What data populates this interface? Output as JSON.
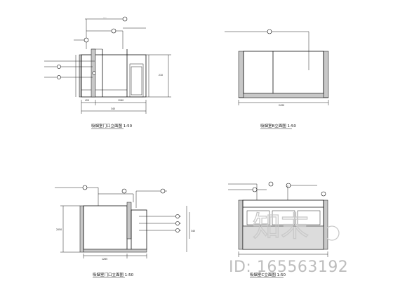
{
  "drawings": [
    {
      "caption": "吸烟室门口立面图 1:50",
      "dims": [
        "420",
        "1260",
        "345",
        "210"
      ]
    },
    {
      "caption": "吸烟室B立面图 1:50",
      "dims": [
        "2430"
      ]
    },
    {
      "caption": "吸烟室门口立面图 1:50",
      "dims": [
        "1265",
        "2050",
        "345"
      ]
    },
    {
      "caption": "吸烟室C立面图 1:50"
    }
  ],
  "watermark": {
    "brand": "知末",
    "id_text": "ID: 165563192"
  }
}
